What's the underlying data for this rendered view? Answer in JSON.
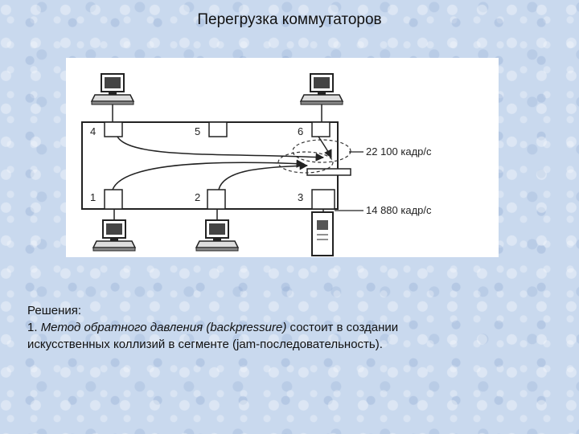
{
  "slide": {
    "title": "Перегрузка коммутаторов"
  },
  "diagram": {
    "ports": [
      "1",
      "2",
      "3",
      "4",
      "5",
      "6"
    ],
    "rate_top": "22 100 кадр/с",
    "rate_bottom": "14 880 кадр/с"
  },
  "text": {
    "heading": "Решения:",
    "item_number": "1.",
    "item_italic": "Метод обратного давления (backpressure)",
    "item_rest": "состоит в создании",
    "line2": "искусственных коллизий в сегменте (jam-последовательность)."
  },
  "colors": {
    "background": "#c9d9ee",
    "figure_background": "#ffffff",
    "line": "#222222"
  }
}
